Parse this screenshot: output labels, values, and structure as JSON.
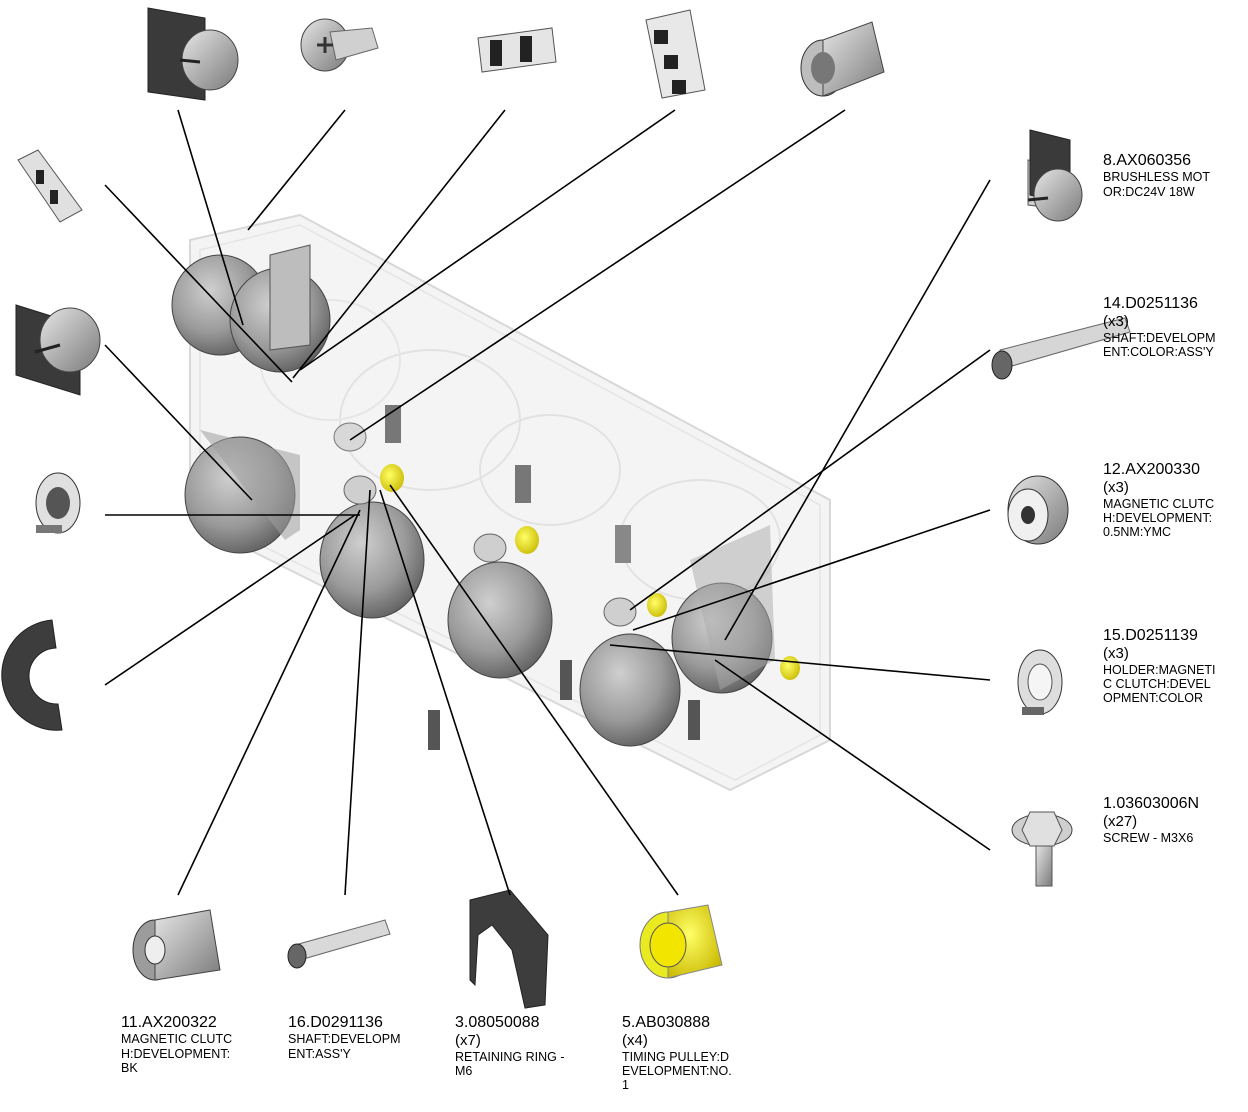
{
  "callouts": {
    "p8": {
      "number": "8.AX060356",
      "qty": "",
      "desc": "BRUSHLESS MOT\nOR:DC24V 18W"
    },
    "p14": {
      "number": "14.D0251136",
      "qty": "(x3)",
      "desc": "SHAFT:DEVELOPM\nENT:COLOR:ASS'Y"
    },
    "p12": {
      "number": "12.AX200330",
      "qty": "(x3)",
      "desc": "MAGNETIC CLUTC\nH:DEVELOPMENT:\n0.5NM:YMC"
    },
    "p15": {
      "number": "15.D0251139",
      "qty": "(x3)",
      "desc": "HOLDER:MAGNETI\nC CLUTCH:DEVEL\nOPMENT:COLOR"
    },
    "p1": {
      "number": "1.03603006N",
      "qty": "(x27)",
      "desc": "SCREW - M3X6"
    },
    "p11": {
      "number": "11.AX200322",
      "qty": "",
      "desc": "MAGNETIC CLUTC\nH:DEVELOPMENT:\nBK"
    },
    "p16": {
      "number": "16.D0291136",
      "qty": "",
      "desc": "SHAFT:DEVELOPM\nENT:ASS'Y"
    },
    "p3": {
      "number": "3.08050088",
      "qty": "(x7)",
      "desc": "RETAINING RING -\nM6"
    },
    "p5": {
      "number": "5.AB030888",
      "qty": "(x4)",
      "desc": "TIMING PULLEY:D\nEVELOPMENT:NO.\n1"
    }
  },
  "colors": {
    "pulley": "#f2e600",
    "gear_gray": "#8c8c8c",
    "leader": "#000000"
  }
}
